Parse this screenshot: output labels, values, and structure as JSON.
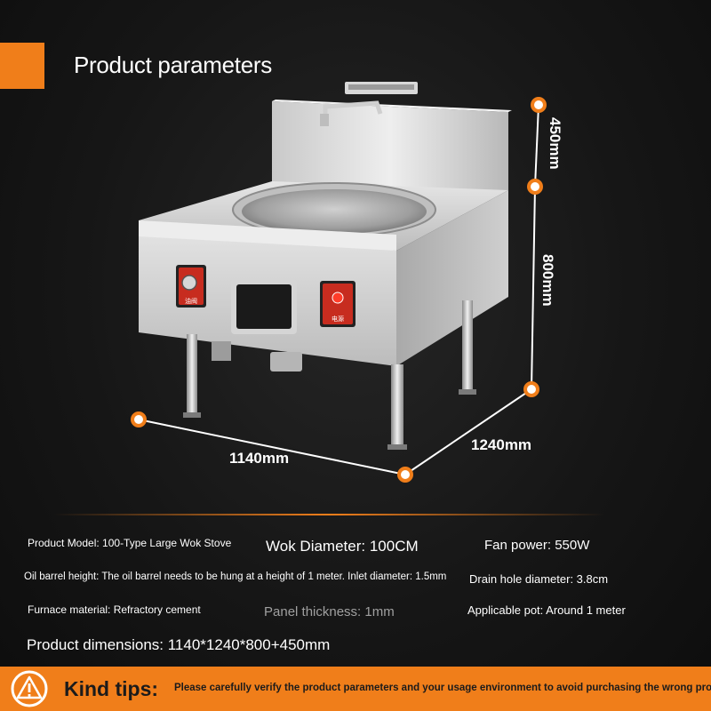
{
  "header": {
    "title": "Product parameters"
  },
  "dimensions": {
    "width": "1140mm",
    "depth": "1240mm",
    "height": "800mm",
    "backsplash_height": "450mm"
  },
  "product_image": {
    "left_knob_label": "油阀",
    "power_button_label": "电源"
  },
  "specs": {
    "model": "Product Model: 100-Type Large Wok Stove",
    "wok_diameter": "Wok Diameter: 100CM",
    "fan_power": "Fan power: 550W",
    "oil_barrel": "Oil barrel height: The oil barrel needs to be hung at a height of 1 meter. Inlet diameter: 1.5mm",
    "drain_hole": "Drain hole diameter: 3.8cm",
    "furnace_material": "Furnace material: Refractory cement",
    "panel_thickness": "Panel thickness: 1mm",
    "applicable_pot": "Applicable pot: Around 1 meter",
    "product_dimensions": "Product dimensions: 1140*1240*800+450mm"
  },
  "tips": {
    "title": "Kind tips:",
    "text": "Please carefully verify the product parameters and your usage environment to avoid purchasing the wrong product!"
  },
  "colors": {
    "accent": "#f07e1a",
    "background": "#161616"
  }
}
